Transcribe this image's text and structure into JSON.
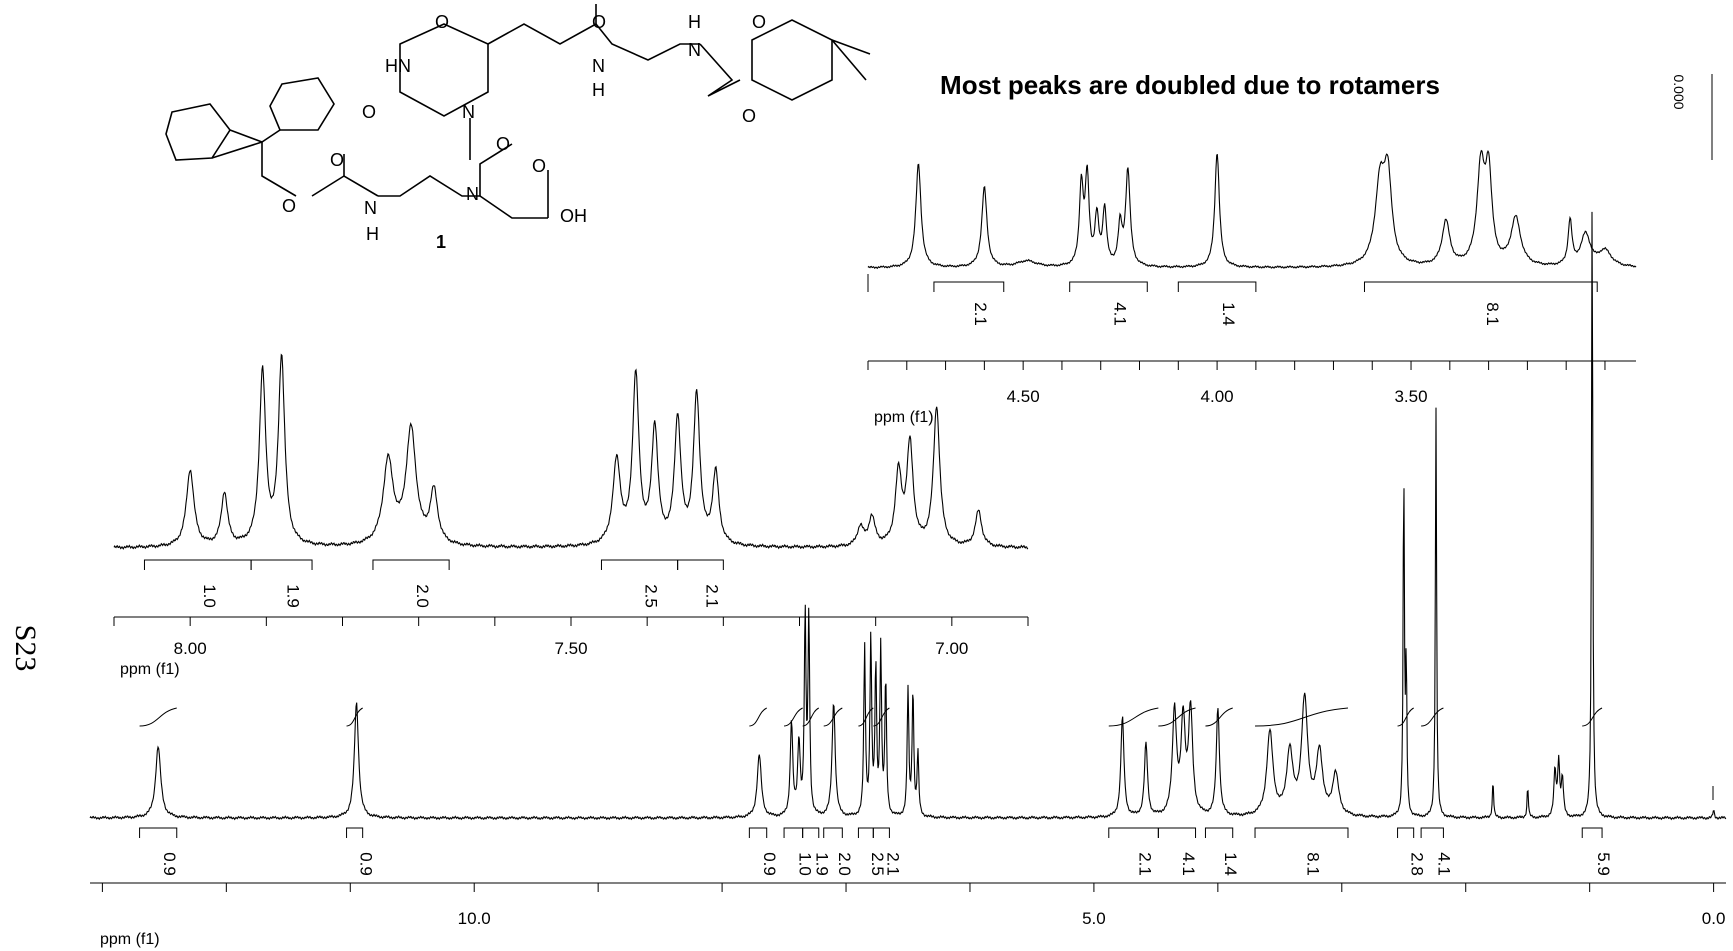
{
  "page_label": "S23",
  "title": "Most peaks are doubled due to rotamers",
  "reference_peak_label": "0.000",
  "molecule": {
    "atoms": [
      "O",
      "O",
      "HN",
      "N",
      "O",
      "N",
      "H",
      "H",
      "N",
      "O",
      "O",
      "O",
      "O",
      "N",
      "H",
      "N",
      "O",
      "O",
      "OH"
    ],
    "compound_number": "1"
  },
  "chart_data": [
    {
      "type": "line",
      "name": "full-spectrum",
      "xlabel": "ppm (f1)",
      "xlim": [
        13.1,
        -0.1
      ],
      "x_ticks": [
        10.0,
        5.0,
        0.0
      ],
      "x_tick_labels": [
        "10.0",
        "5.0",
        "0.0"
      ],
      "minor_tick_step": 1,
      "peaks": [
        {
          "ppm": 12.55,
          "h": 0.34,
          "w": 0.025
        },
        {
          "ppm": 10.95,
          "h": 0.55,
          "w": 0.02
        },
        {
          "ppm": 7.7,
          "h": 0.3,
          "w": 0.02
        },
        {
          "ppm": 7.44,
          "h": 0.45,
          "w": 0.012
        },
        {
          "ppm": 7.38,
          "h": 0.35,
          "w": 0.012
        },
        {
          "ppm": 7.33,
          "h": 0.95,
          "w": 0.008
        },
        {
          "ppm": 7.3,
          "h": 0.95,
          "w": 0.008
        },
        {
          "ppm": 7.1,
          "h": 0.55,
          "w": 0.015
        },
        {
          "ppm": 6.85,
          "h": 0.8,
          "w": 0.008
        },
        {
          "ppm": 6.8,
          "h": 0.85,
          "w": 0.008
        },
        {
          "ppm": 6.76,
          "h": 0.7,
          "w": 0.008
        },
        {
          "ppm": 6.72,
          "h": 0.8,
          "w": 0.008
        },
        {
          "ppm": 6.68,
          "h": 0.65,
          "w": 0.008
        },
        {
          "ppm": 6.5,
          "h": 0.6,
          "w": 0.008
        },
        {
          "ppm": 6.46,
          "h": 0.6,
          "w": 0.008
        },
        {
          "ppm": 6.42,
          "h": 0.3,
          "w": 0.008
        },
        {
          "ppm": 4.77,
          "h": 0.48,
          "w": 0.015
        },
        {
          "ppm": 4.58,
          "h": 0.35,
          "w": 0.015
        },
        {
          "ppm": 4.35,
          "h": 0.5,
          "w": 0.02
        },
        {
          "ppm": 4.28,
          "h": 0.45,
          "w": 0.02
        },
        {
          "ppm": 4.22,
          "h": 0.5,
          "w": 0.02
        },
        {
          "ppm": 4.0,
          "h": 0.52,
          "w": 0.015
        },
        {
          "ppm": 3.58,
          "h": 0.4,
          "w": 0.03
        },
        {
          "ppm": 3.42,
          "h": 0.3,
          "w": 0.03
        },
        {
          "ppm": 3.3,
          "h": 0.55,
          "w": 0.03
        },
        {
          "ppm": 3.18,
          "h": 0.3,
          "w": 0.03
        },
        {
          "ppm": 3.05,
          "h": 0.2,
          "w": 0.03
        },
        {
          "ppm": 2.5,
          "h": 1.65,
          "w": 0.006
        },
        {
          "ppm": 2.48,
          "h": 0.7,
          "w": 0.006
        },
        {
          "ppm": 2.24,
          "h": 1.95,
          "w": 0.006
        },
        {
          "ppm": 1.78,
          "h": 0.18,
          "w": 0.006
        },
        {
          "ppm": 1.5,
          "h": 0.15,
          "w": 0.006
        },
        {
          "ppm": 1.28,
          "h": 0.22,
          "w": 0.01
        },
        {
          "ppm": 1.25,
          "h": 0.26,
          "w": 0.01
        },
        {
          "ppm": 1.22,
          "h": 0.18,
          "w": 0.01
        },
        {
          "ppm": 0.98,
          "h": 3.0,
          "w": 0.006
        },
        {
          "ppm": 0.0,
          "h": 0.04,
          "w": 0.006
        }
      ],
      "integrals": [
        {
          "from": 12.7,
          "to": 12.4,
          "label": "0.9"
        },
        {
          "from": 11.03,
          "to": 10.9,
          "label": "0.9"
        },
        {
          "from": 7.78,
          "to": 7.64,
          "label": "0.9"
        },
        {
          "from": 7.5,
          "to": 7.35,
          "label": "1.0"
        },
        {
          "from": 7.35,
          "to": 7.22,
          "label": "1.9"
        },
        {
          "from": 7.18,
          "to": 7.03,
          "label": "2.0"
        },
        {
          "from": 6.9,
          "to": 6.78,
          "label": "2.5"
        },
        {
          "from": 6.78,
          "to": 6.65,
          "label": "2.1"
        },
        {
          "from": 4.88,
          "to": 4.48,
          "label": "2.1"
        },
        {
          "from": 4.48,
          "to": 4.18,
          "label": "4.1"
        },
        {
          "from": 4.1,
          "to": 3.88,
          "label": "1.4"
        },
        {
          "from": 3.7,
          "to": 2.95,
          "label": "8.1"
        },
        {
          "from": 2.55,
          "to": 2.42,
          "label": "2.8"
        },
        {
          "from": 2.36,
          "to": 2.18,
          "label": "4.1"
        },
        {
          "from": 1.06,
          "to": 0.9,
          "label": "5.9"
        }
      ]
    },
    {
      "type": "line",
      "name": "aromatic-inset",
      "xlabel": "ppm (f1)",
      "xlim": [
        8.1,
        6.9
      ],
      "x_ticks": [
        8.0,
        7.5,
        7.0
      ],
      "x_tick_labels": [
        "8.00",
        "7.50",
        "7.00"
      ],
      "minor_tick_step": 0.1,
      "peaks": [
        {
          "ppm": 8.0,
          "h": 0.32,
          "w": 0.006
        },
        {
          "ppm": 7.955,
          "h": 0.22,
          "w": 0.005
        },
        {
          "ppm": 7.905,
          "h": 0.72,
          "w": 0.005
        },
        {
          "ppm": 7.88,
          "h": 0.78,
          "w": 0.005
        },
        {
          "ppm": 7.74,
          "h": 0.35,
          "w": 0.008
        },
        {
          "ppm": 7.71,
          "h": 0.48,
          "w": 0.008
        },
        {
          "ppm": 7.68,
          "h": 0.22,
          "w": 0.006
        },
        {
          "ppm": 7.44,
          "h": 0.35,
          "w": 0.006
        },
        {
          "ppm": 7.415,
          "h": 0.7,
          "w": 0.005
        },
        {
          "ppm": 7.39,
          "h": 0.48,
          "w": 0.005
        },
        {
          "ppm": 7.36,
          "h": 0.52,
          "w": 0.005
        },
        {
          "ppm": 7.335,
          "h": 0.62,
          "w": 0.005
        },
        {
          "ppm": 7.31,
          "h": 0.3,
          "w": 0.005
        },
        {
          "ppm": 7.12,
          "h": 0.08,
          "w": 0.005
        },
        {
          "ppm": 7.105,
          "h": 0.12,
          "w": 0.005
        },
        {
          "ppm": 7.07,
          "h": 0.3,
          "w": 0.005
        },
        {
          "ppm": 7.055,
          "h": 0.42,
          "w": 0.005
        },
        {
          "ppm": 7.02,
          "h": 0.58,
          "w": 0.005
        },
        {
          "ppm": 6.965,
          "h": 0.15,
          "w": 0.005
        }
      ],
      "integrals": [
        {
          "from": 8.06,
          "to": 7.92,
          "label": "1.0"
        },
        {
          "from": 7.92,
          "to": 7.84,
          "label": "1.9"
        },
        {
          "from": 7.76,
          "to": 7.66,
          "label": "2.0"
        },
        {
          "from": 7.46,
          "to": 7.36,
          "label": "2.5"
        },
        {
          "from": 7.36,
          "to": 7.3,
          "label": "2.1"
        }
      ]
    },
    {
      "type": "line",
      "name": "aliphatic-inset",
      "xlabel": "ppm (f1)",
      "xlim": [
        4.9,
        2.92
      ],
      "x_ticks": [
        4.5,
        4.0,
        3.5
      ],
      "x_tick_labels": [
        "4.50",
        "4.00",
        "3.50"
      ],
      "minor_tick_step": 0.1,
      "peaks": [
        {
          "ppm": 4.77,
          "h": 0.65,
          "w": 0.008
        },
        {
          "ppm": 4.6,
          "h": 0.5,
          "w": 0.008
        },
        {
          "ppm": 4.49,
          "h": 0.04,
          "w": 0.03
        },
        {
          "ppm": 4.35,
          "h": 0.5,
          "w": 0.006
        },
        {
          "ppm": 4.335,
          "h": 0.55,
          "w": 0.006
        },
        {
          "ppm": 4.31,
          "h": 0.3,
          "w": 0.006
        },
        {
          "ppm": 4.29,
          "h": 0.35,
          "w": 0.006
        },
        {
          "ppm": 4.25,
          "h": 0.25,
          "w": 0.006
        },
        {
          "ppm": 4.23,
          "h": 0.6,
          "w": 0.007
        },
        {
          "ppm": 4.0,
          "h": 0.72,
          "w": 0.007
        },
        {
          "ppm": 3.58,
          "h": 0.5,
          "w": 0.015
        },
        {
          "ppm": 3.56,
          "h": 0.52,
          "w": 0.012
        },
        {
          "ppm": 3.41,
          "h": 0.28,
          "w": 0.012
        },
        {
          "ppm": 3.32,
          "h": 0.6,
          "w": 0.012
        },
        {
          "ppm": 3.3,
          "h": 0.55,
          "w": 0.01
        },
        {
          "ppm": 3.23,
          "h": 0.3,
          "w": 0.015
        },
        {
          "ppm": 3.09,
          "h": 0.28,
          "w": 0.006
        },
        {
          "ppm": 3.05,
          "h": 0.2,
          "w": 0.015
        },
        {
          "ppm": 3.0,
          "h": 0.1,
          "w": 0.02
        }
      ],
      "integrals": [
        {
          "from": 4.73,
          "to": 4.55,
          "label": "2.1"
        },
        {
          "from": 4.38,
          "to": 4.18,
          "label": "4.1"
        },
        {
          "from": 4.1,
          "to": 3.9,
          "label": "1.4"
        },
        {
          "from": 3.62,
          "to": 3.02,
          "label": "8.1"
        }
      ]
    }
  ]
}
